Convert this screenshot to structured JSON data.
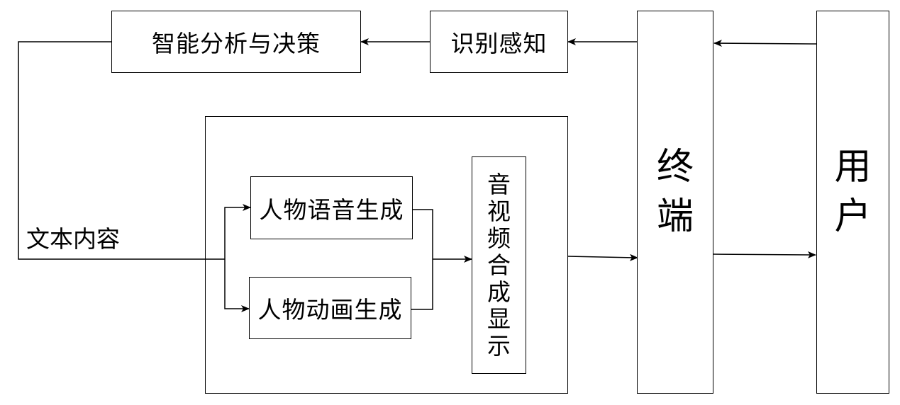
{
  "nodes": {
    "analysis": "智能分析与决策",
    "perception": "识别感知",
    "terminal": "终\n端",
    "user": "用\n户",
    "voice_gen": "人物语音生成",
    "anim_gen": "人物动画生成",
    "av_display": "音\n视\n频\n合\n成\n显\n示"
  },
  "labels": {
    "text_content": "文本内容"
  }
}
